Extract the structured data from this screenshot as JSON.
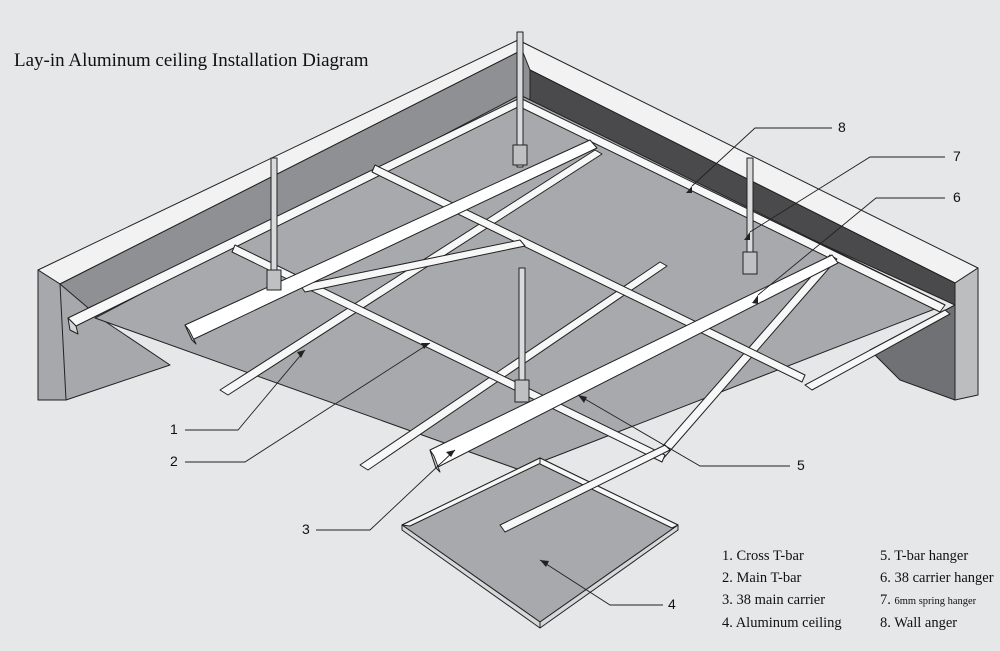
{
  "title": "Lay-in Aluminum ceiling Installation Diagram",
  "callouts": [
    {
      "num": "1"
    },
    {
      "num": "2"
    },
    {
      "num": "3"
    },
    {
      "num": "4"
    },
    {
      "num": "5"
    },
    {
      "num": "6"
    },
    {
      "num": "7"
    },
    {
      "num": "8"
    }
  ],
  "legend": [
    {
      "num": "1.",
      "label": "Cross T-bar"
    },
    {
      "num": "2.",
      "label": "Main T-bar"
    },
    {
      "num": "3.",
      "label": "38 main carrier"
    },
    {
      "num": "4.",
      "label": "Aluminum ceiling"
    },
    {
      "num": "5.",
      "label": "T-bar hanger"
    },
    {
      "num": "6.",
      "label": "38 carrier hanger"
    },
    {
      "num": "7.",
      "label": "6mm spring hanger"
    },
    {
      "num": "8.",
      "label": "Wall anger"
    }
  ],
  "colors": {
    "background": "#e6e7e8",
    "wall_light": "#a6a8ab",
    "wall_dark": "#4a4a4c",
    "wall_top": "#f2f2f3",
    "panel": "#a7a9ac",
    "rail": "#f7f7f8",
    "line": "#222222"
  }
}
